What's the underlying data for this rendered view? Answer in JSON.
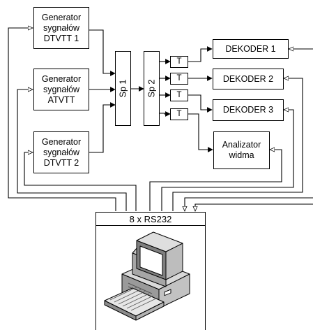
{
  "generators": [
    {
      "id": "gen1",
      "label": "Generator\nsygnałów\nDTVTT 1"
    },
    {
      "id": "gen2",
      "label": "Generator\nsygnałów\nATVTT"
    },
    {
      "id": "gen3",
      "label": "Generator\nsygnałów\nDTVTT 2"
    }
  ],
  "splitters": [
    {
      "id": "sp1",
      "label": "Sp 1"
    },
    {
      "id": "sp2",
      "label": "Sp 2"
    }
  ],
  "taps": [
    "T",
    "T",
    "T",
    "T"
  ],
  "decoders": [
    {
      "id": "dec1",
      "label": "DEKODER 1"
    },
    {
      "id": "dec2",
      "label": "DEKODER 2"
    },
    {
      "id": "dec3",
      "label": "DEKODER 3"
    }
  ],
  "analyzer": {
    "label": "Analizator\nwidma"
  },
  "rs232": {
    "label": "8 x RS232"
  },
  "computer": {
    "icon": "desktop-computer-icon"
  }
}
